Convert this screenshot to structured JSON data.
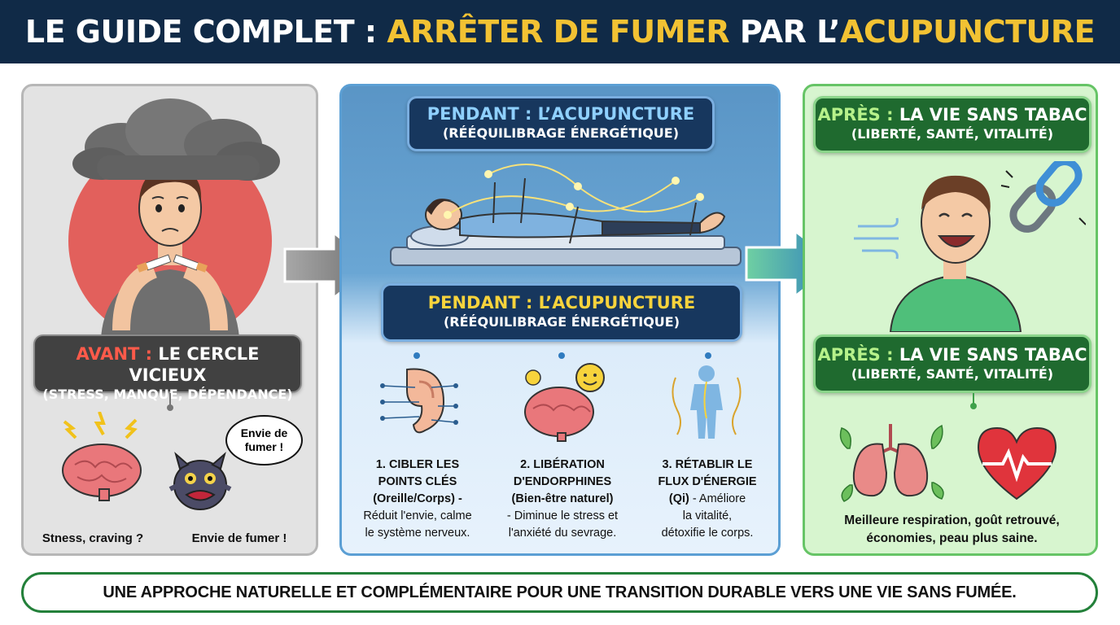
{
  "title": {
    "part1": "LE GUIDE COMPLET : ",
    "part2": "ARRÊTER DE FUMER",
    "part3": " PAR L’",
    "part4": "ACUPUNCTURE"
  },
  "left": {
    "label_key": "AVANT : ",
    "label_title": "LE CERCLE VICIEUX",
    "label_sub": "(STRESS, MANQUE, DÉPENDANCE)",
    "bubble": "Envie de fumer !",
    "caption_brain": "Stness, craving ?",
    "caption_monster": "Envie de fumer !"
  },
  "middle": {
    "top_key": "PENDANT : ",
    "top_title": "L’ACUPUNCTURE",
    "top_sub": "(RÉÉQUILIBRAGE ÉNERGÉTIQUE)",
    "mid_key": "PENDANT : ",
    "mid_title": "L’ACUPUNCTURE",
    "mid_sub": "(RÉÉQUILIBRAGE ÉNERGÉTIQUE)",
    "steps": [
      {
        "title1": "1. CIBLER LES",
        "title2": "POINTS CLÉS",
        "title3": "(Oreille/Corps) -",
        "text1": "Réduit l'envie, calme",
        "text2": "le système nerveux."
      },
      {
        "title1": "2. LIBÉRATION",
        "title2": "D'ENDORPHINES",
        "title3": "(Bien-être naturel)",
        "text1": "- Diminue le stress et",
        "text2": "l'anxiété du sevrage."
      },
      {
        "title1": "3. RÉTABLIR LE",
        "title2": "FLUX D'ÉNERGIE",
        "title3": "(Qi)",
        "title3b": " - Améliore",
        "text1": "la vitalité,",
        "text2": "détoxifie le corps."
      }
    ]
  },
  "right": {
    "top_key": "APRÈS : ",
    "top_title": "LA VIE SANS TABAC",
    "top_sub": "(LIBERTÉ, SANTÉ, VITALITÉ)",
    "mid_key": "APRÈS : ",
    "mid_title": "LA VIE SANS TABAC",
    "mid_sub": "(LIBERTÉ, SANTÉ, VITALITÉ)",
    "caption1": "Meilleure respiration, goût retrouvé,",
    "caption2": "économies, peau plus saine."
  },
  "footer": "UNE APPROCHE NATURELLE ET COMPLÉMENTAIRE POUR UNE TRANSITION DURABLE VERS UNE VIE SANS FUMÉE.",
  "colors": {
    "title_bg": "#102a47",
    "title_accent": "#f2c233",
    "avant_accent": "#ff5a4a",
    "pendant_accent": "#f7d33c",
    "apres_accent": "#b6f18a",
    "footer_border": "#23803a"
  },
  "icons": [
    "storm-cloud-icon",
    "brain-icon",
    "lightning-icon",
    "monster-icon",
    "ear-icon",
    "smiley-icon",
    "energy-body-icon",
    "broken-chain-icon",
    "wind-icon",
    "lungs-icon",
    "heart-icon",
    "arrow-right-icon"
  ]
}
